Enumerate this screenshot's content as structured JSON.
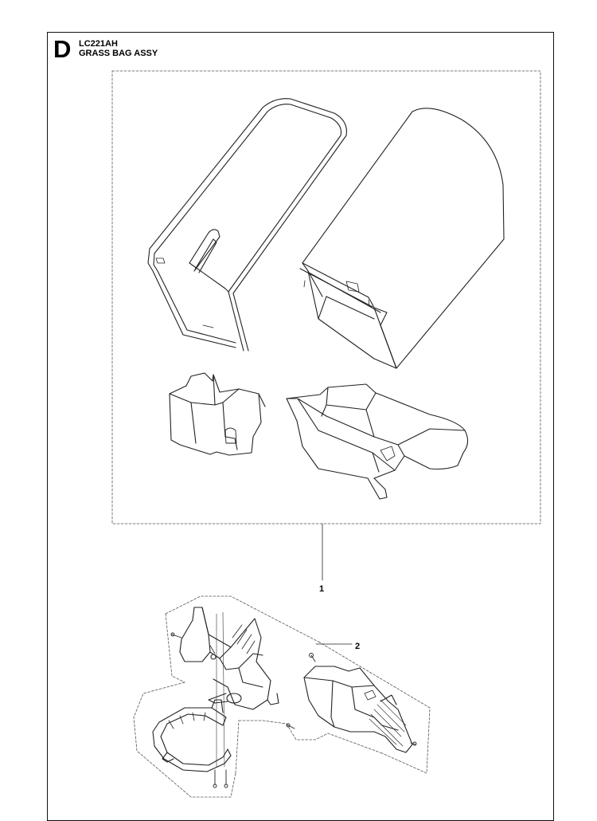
{
  "header": {
    "section_letter": "D",
    "model": "LC221AH",
    "title": "GRASS BAG ASSY"
  },
  "callouts": {
    "item1": "1",
    "item2": "2"
  },
  "colors": {
    "line": "#222222",
    "dash": "#555555",
    "background": "#ffffff"
  }
}
